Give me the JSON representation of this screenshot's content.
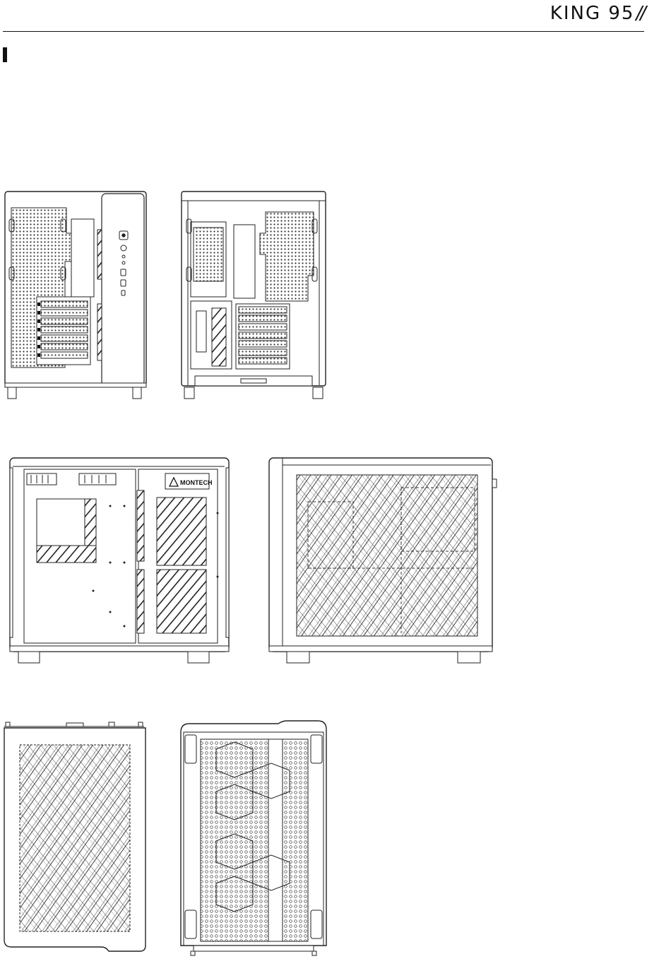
{
  "header": {
    "brand": "KING 95",
    "brand_mark": "//"
  },
  "views": [
    {
      "id": "rear",
      "icon": "case-rear-drawing"
    },
    {
      "id": "front-panel-removed",
      "icon": "case-front-drawing"
    },
    {
      "id": "side-glass",
      "icon": "case-side-glass-drawing",
      "badge": "MONTECH"
    },
    {
      "id": "side-mesh",
      "icon": "case-side-mesh-drawing"
    },
    {
      "id": "top",
      "icon": "case-top-drawing"
    },
    {
      "id": "bottom",
      "icon": "case-bottom-drawing"
    }
  ]
}
